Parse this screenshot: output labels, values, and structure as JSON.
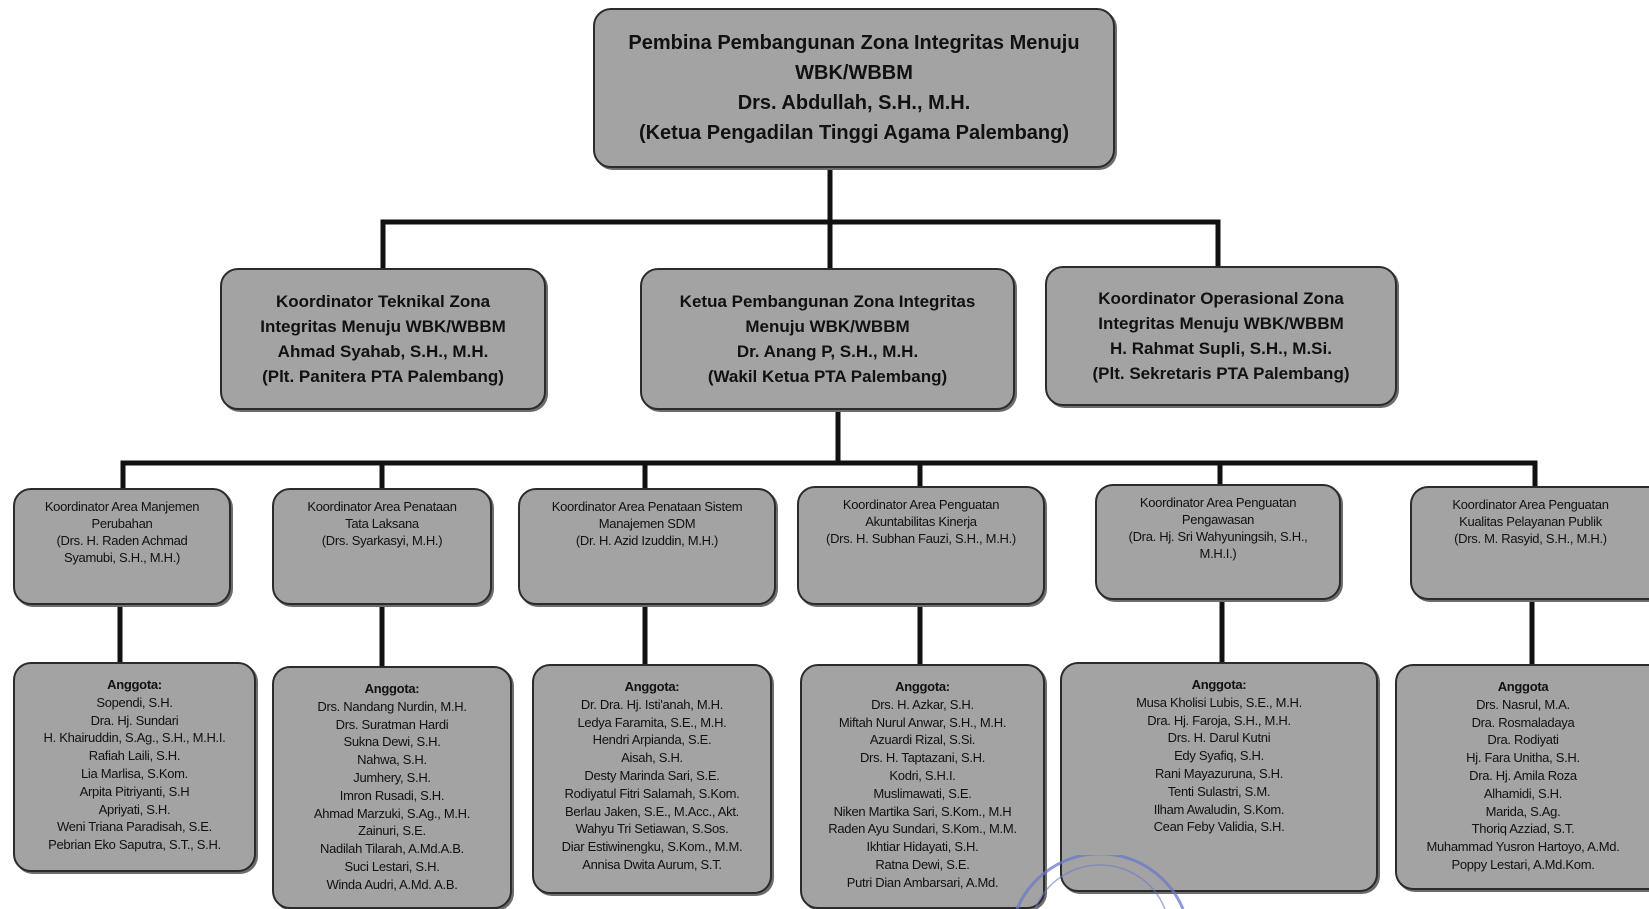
{
  "pembina": {
    "lines": [
      "Pembina Pembangunan Zona Integritas Menuju",
      "WBK/WBBM",
      "Drs. Abdullah, S.H., M.H.",
      "(Ketua Pengadilan Tinggi Agama Palembang)"
    ]
  },
  "koordinator_teknikal": {
    "lines": [
      "Koordinator Teknikal  Zona",
      "Integritas Menuju WBK/WBBM",
      "Ahmad Syahab, S.H., M.H.",
      "(Plt. Panitera PTA Palembang)"
    ]
  },
  "ketua": {
    "lines": [
      "Ketua Pembangunan Zona Integritas",
      "Menuju WBK/WBBM",
      "Dr. Anang P, S.H., M.H.",
      "(Wakil Ketua PTA Palembang)"
    ]
  },
  "koordinator_operasional": {
    "lines": [
      "Koordinator Operasional Zona",
      "Integritas Menuju WBK/WBBM",
      "H. Rahmat Supli, S.H., M.Si.",
      "(Plt. Sekretaris PTA Palembang)"
    ]
  },
  "areas": [
    {
      "coordinator": [
        "Koordinator Area Manjemen",
        "Perubahan",
        "(Drs. H. Raden Achmad",
        "Syamubi, S.H., M.H.)"
      ],
      "members_title": "Anggota:",
      "members": [
        "Sopendi, S.H.",
        "Dra. Hj. Sundari",
        "H. Khairuddin, S.Ag., S.H., M.H.I.",
        "Rafiah Laili, S.H.",
        "Lia Marlisa, S.Kom.",
        "Arpita Pitriyanti, S.H",
        "Apriyati, S.H.",
        "Weni Triana Paradisah, S.E.",
        "Pebrian Eko Saputra, S.T., S.H."
      ]
    },
    {
      "coordinator": [
        "Koordinator Area Penataan",
        "Tata Laksana",
        "(Drs. Syarkasyi, M.H.)"
      ],
      "members_title": "Anggota:",
      "members": [
        "Drs. Nandang Nurdin, M.H.",
        "Drs. Suratman Hardi",
        "Sukna Dewi, S.H.",
        "Nahwa, S.H.",
        "Jumhery, S.H.",
        "Imron Rusadi, S.H.",
        "Ahmad Marzuki, S.Ag., M.H.",
        "Zainuri, S.E.",
        "Nadilah Tilarah, A.Md.A.B.",
        "Suci Lestari, S.H.",
        "Winda Audri, A.Md. A.B."
      ]
    },
    {
      "coordinator": [
        "Koordinator Area Penataan Sistem",
        "Manajemen SDM",
        "(Dr. H. Azid Izuddin, M.H.)"
      ],
      "members_title": "Anggota:",
      "members": [
        "Dr. Dra. Hj. Isti'anah, M.H.",
        "Ledya Faramita, S.E., M.H.",
        "Hendri Arpianda, S.E.",
        "Aisah, S.H.",
        "Desty Marinda Sari, S.E.",
        "Rodiyatul Fitri Salamah, S.Kom.",
        "Berlau Jaken, S.E., M.Acc., Akt.",
        "Wahyu Tri Setiawan, S.Sos.",
        "Diar Estiwinengku, S.Kom., M.M.",
        "Annisa Dwita Aurum, S.T."
      ]
    },
    {
      "coordinator": [
        "Koordinator Area Penguatan",
        "Akuntabilitas Kinerja",
        "(Drs. H. Subhan Fauzi, S.H., M.H.)"
      ],
      "members_title": "Anggota:",
      "members": [
        "Drs. H. Azkar, S.H.",
        "Miftah Nurul Anwar, S.H., M.H.",
        "Azuardi Rizal, S.Si.",
        "Drs. H. Taptazani, S.H.",
        "Kodri, S.H.I.",
        "Muslimawati, S.E.",
        "Niken Martika Sari, S.Kom., M.H",
        "Raden Ayu Sundari, S.Kom., M.M.",
        "Ikhtiar Hidayati, S.H.",
        "Ratna Dewi, S.E.",
        "Putri Dian Ambarsari, A.Md."
      ]
    },
    {
      "coordinator": [
        "Koordinator Area Penguatan",
        "Pengawasan",
        "(Dra. Hj. Sri Wahyuningsih, S.H.,",
        "M.H.I.)"
      ],
      "members_title": "Anggota:",
      "members": [
        "Musa Kholisi Lubis, S.E., M.H.",
        "Dra. Hj. Faroja, S.H., M.H.",
        "Drs. H. Darul Kutni",
        "Edy Syafiq, S.H.",
        "Rani Mayazuruna, S.H.",
        "Tenti Sulastri, S.M.",
        "Ilham Awaludin, S.Kom.",
        "Cean Feby Validia, S.H."
      ]
    },
    {
      "coordinator": [
        "Koordinator Area Penguatan",
        "Kualitas Pelayanan Publik",
        "(Drs. M. Rasyid, S.H., M.H.)"
      ],
      "members_title": "Anggota",
      "members": [
        "Drs. Nasrul, M.A.",
        "Dra. Rosmaladaya",
        "Dra. Rodiyati",
        "Hj. Fara Unitha, S.H.",
        "Dra. Hj. Amila Roza",
        "Alhamidi, S.H.",
        "Marida, S.Ag.",
        "Thoriq Azziad, S.T.",
        "Muhammad Yusron Hartoyo, A.Md.",
        "Poppy Lestari, A.Md.Kom."
      ]
    }
  ],
  "colors": {
    "box_fill": "#a3a3a3",
    "box_border": "#2b2b2b",
    "connector": "#111111",
    "stamp": "#6a78c9"
  }
}
